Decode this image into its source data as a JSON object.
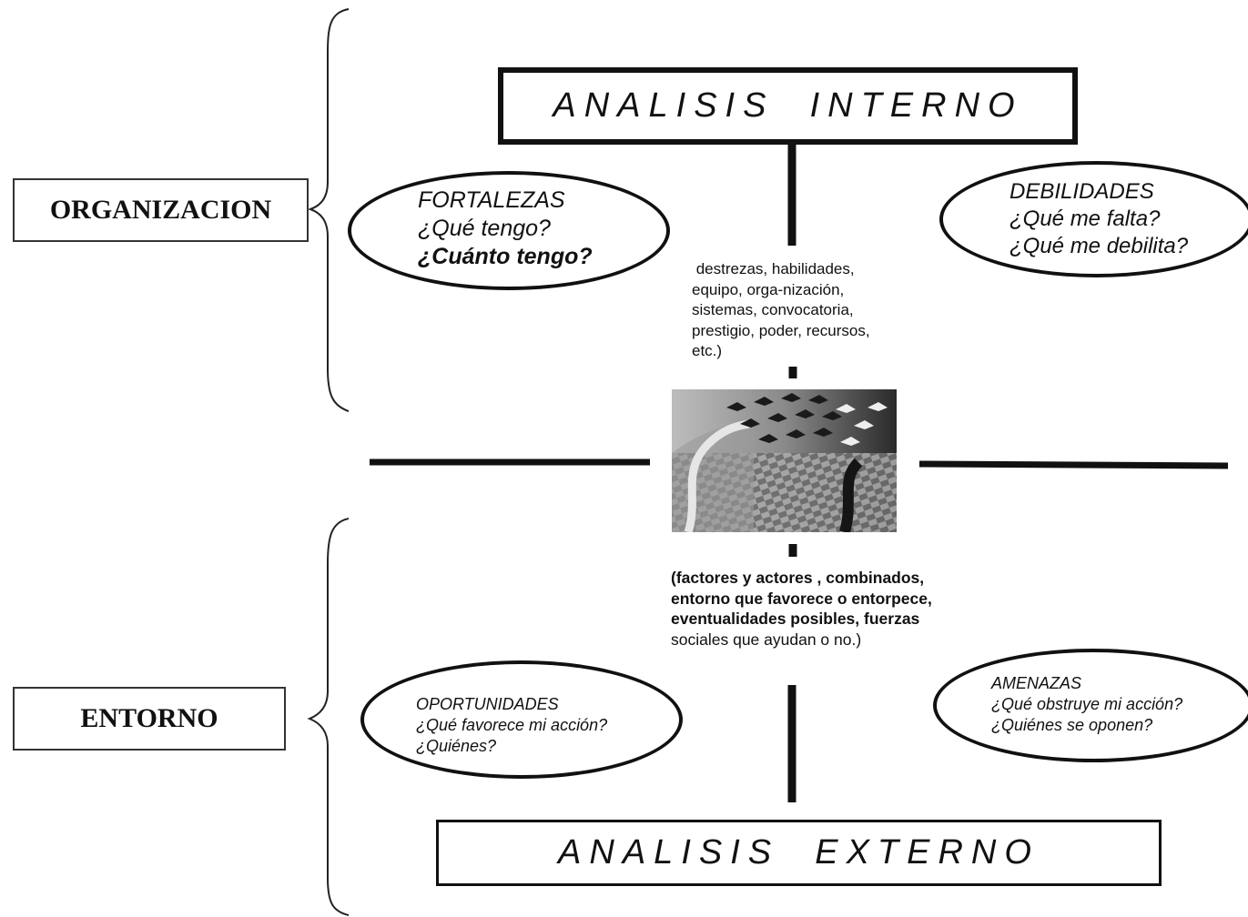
{
  "left_labels": {
    "organizacion": "ORGANIZACION",
    "entorno": "ENTORNO"
  },
  "titles": {
    "interno": "ANALISIS  INTERNO",
    "externo": "ANALISIS  EXTERNO"
  },
  "fortalezas": {
    "title": "FORTALEZAS",
    "lines": [
      "¿Qué tengo?",
      "¿Cuánto tengo?"
    ]
  },
  "debilidades": {
    "title": "DEBILIDADES",
    "lines": [
      "¿Qué me falta?",
      "¿Qué me debilita?"
    ]
  },
  "oportunidades": {
    "title": "OPORTUNIDADES",
    "lines": [
      "¿Qué favorece mi acción?",
      "¿Quiénes?"
    ]
  },
  "amenazas": {
    "title": "AMENAZAS",
    "lines": [
      "¿Qué obstruye mi acción?",
      "¿Quiénes se oponen?"
    ]
  },
  "internal_note": [
    " destrezas, habilidades,",
    "equipo, orga-nización,",
    "sistemas, convocatoria,",
    "prestigio, poder, recursos,",
    "etc.)"
  ],
  "external_note": [
    "(factores y actores , combinados,",
    "entorno que favorece o entorpece,",
    "eventualidades posibles, fuerzas",
    "sociales que ayudan o no.)"
  ],
  "center_image": "escher-day-and-night-artwork"
}
